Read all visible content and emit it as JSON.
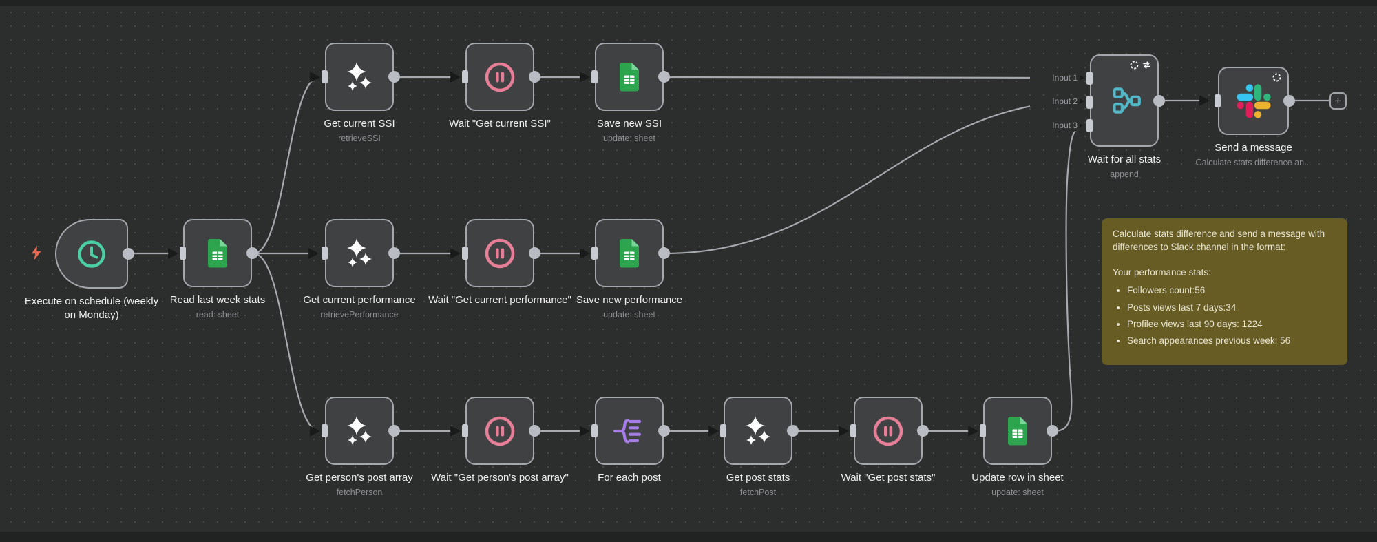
{
  "canvas": {
    "background": "#2c2d2d",
    "dot_color": "#484949"
  },
  "colors": {
    "node_border": "#a4a7ac",
    "node_bg": "#3f4143",
    "wire": "#a6a9ad",
    "clock_icon": "#4ccfa4",
    "pause_icon": "#e57e96",
    "sheets_icon": "#2da44e",
    "split_icon": "#a57ce8",
    "merge_icon": "#52b7c7",
    "bolt_icon": "#e26a50",
    "slack_blue": "#36C5F0",
    "slack_green": "#2EB67D",
    "slack_red": "#E01E5A",
    "slack_yellow": "#ECB22E",
    "sticky_bg": "#665c24"
  },
  "nodes": [
    {
      "id": "schedule-trigger",
      "label": "Execute on schedule (weekly on Monday)",
      "subtitle": "",
      "icon": "clock-icon"
    },
    {
      "id": "read-stats",
      "label": "Read last week stats",
      "subtitle": "read: sheet",
      "icon": "sheets-icon"
    },
    {
      "id": "get-ssi",
      "label": "Get current SSI",
      "subtitle": "retrieveSSI",
      "icon": "sparkles-icon"
    },
    {
      "id": "wait-ssi",
      "label": "Wait \"Get current SSI\"",
      "subtitle": "",
      "icon": "pause-icon"
    },
    {
      "id": "save-ssi",
      "label": "Save new SSI",
      "subtitle": "update: sheet",
      "icon": "sheets-icon"
    },
    {
      "id": "get-perf",
      "label": "Get current performance",
      "subtitle": "retrievePerformance",
      "icon": "sparkles-icon"
    },
    {
      "id": "wait-perf",
      "label": "Wait \"Get current performance\"",
      "subtitle": "",
      "icon": "pause-icon"
    },
    {
      "id": "save-perf",
      "label": "Save new performance",
      "subtitle": "update: sheet",
      "icon": "sheets-icon"
    },
    {
      "id": "get-person",
      "label": "Get person's post array",
      "subtitle": "fetchPerson",
      "icon": "sparkles-icon"
    },
    {
      "id": "wait-person",
      "label": "Wait \"Get person's post array\"",
      "subtitle": "",
      "icon": "pause-icon"
    },
    {
      "id": "for-each",
      "label": "For each post",
      "subtitle": "",
      "icon": "split-icon"
    },
    {
      "id": "get-post",
      "label": "Get post stats",
      "subtitle": "fetchPost",
      "icon": "sparkles-icon"
    },
    {
      "id": "wait-post",
      "label": "Wait \"Get post stats\"",
      "subtitle": "",
      "icon": "pause-icon"
    },
    {
      "id": "update-row",
      "label": "Update row in sheet",
      "subtitle": "update: sheet",
      "icon": "sheets-icon"
    },
    {
      "id": "merge",
      "label": "Wait for all stats",
      "subtitle": "append",
      "icon": "merge-icon"
    },
    {
      "id": "slack",
      "label": "Send a message",
      "subtitle": "Calculate stats difference an...",
      "icon": "slack-icon"
    }
  ],
  "merge_inputs": [
    "Input 1",
    "Input 2",
    "Input 3"
  ],
  "sticky": {
    "paragraph1": "Calculate stats difference and send a message with differences to Slack channel in the format:",
    "paragraph2": "Your performance stats:",
    "bullets": [
      "Followers count:56",
      "Posts views last 7 days:34",
      "Profilee views last 90 days: 1224",
      "Search appearances previous week: 56"
    ]
  },
  "add_node_button": "+"
}
